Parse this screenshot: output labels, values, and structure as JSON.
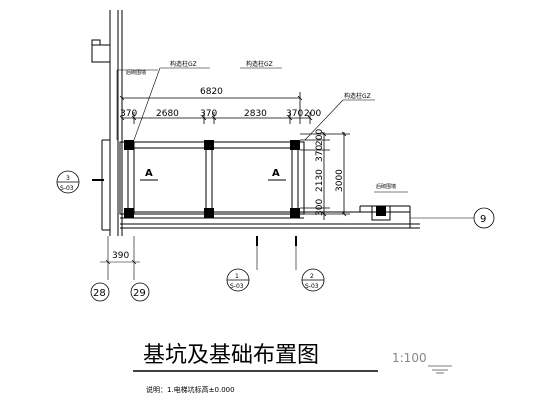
{
  "drawing": {
    "title": "基坑及基础布置图",
    "scale": "1:100",
    "note": "说明：1.电梯坑标高±0.000",
    "dims_top": {
      "overall": "6820",
      "d1": "370",
      "d2": "2680",
      "d3": "370",
      "d4": "2830",
      "d5": "370",
      "d6": "200"
    },
    "dims_right": {
      "overall": "3000",
      "d1": "200",
      "d2": "370",
      "d3": "2130",
      "d4": "300"
    },
    "dim_bottom": "390",
    "labels": {
      "gz_left": "构造柱GZ",
      "gz_mid": "构造柱GZ",
      "gz_right": "构造柱GZ",
      "wall_left": "后砌围墙",
      "wall_right": "后砌围墙",
      "section_a1": "A",
      "section_a2": "A"
    },
    "grids": {
      "g28": "28",
      "g29": "29",
      "g9": "9"
    },
    "callouts": {
      "c3_num": "3",
      "c3_ref": "S-03",
      "c1_num": "1",
      "c1_ref": "S-03",
      "c2_num": "2",
      "c2_ref": "S-03"
    }
  }
}
